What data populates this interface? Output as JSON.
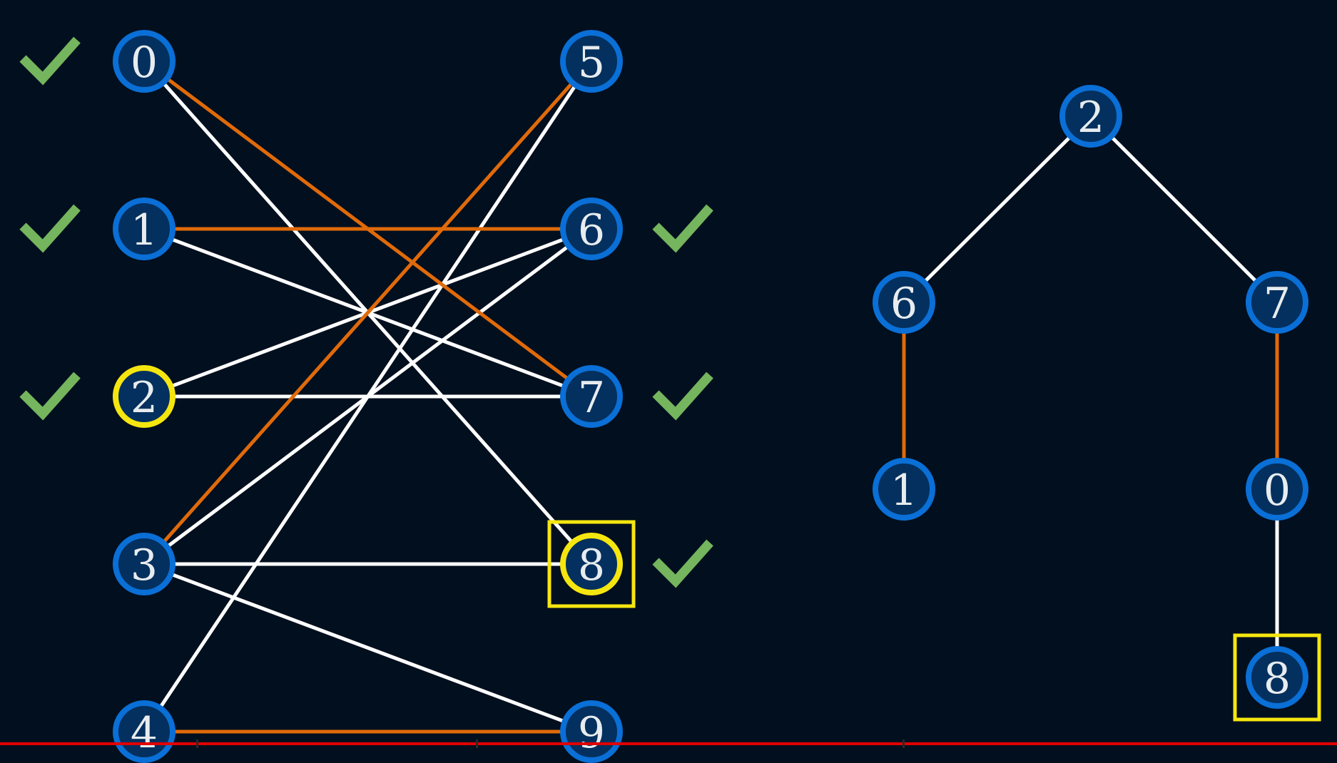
{
  "colors": {
    "background": "#020f1e",
    "node_fill": "#03305e",
    "node_stroke": "#0a6fd6",
    "node_text": "#e8ecef",
    "edge_plain": "#ffffff",
    "edge_matched": "#e06a0a",
    "highlight": "#f5e60f",
    "check": "#74b55e",
    "progress": "#e00000"
  },
  "bipartite_graph": {
    "left_nodes": [
      "0",
      "1",
      "2",
      "3",
      "4"
    ],
    "right_nodes": [
      "5",
      "6",
      "7",
      "8",
      "9"
    ],
    "edges": [
      {
        "from": "0",
        "to": "7",
        "matched": true
      },
      {
        "from": "0",
        "to": "8",
        "matched": false
      },
      {
        "from": "1",
        "to": "6",
        "matched": true
      },
      {
        "from": "1",
        "to": "7",
        "matched": false
      },
      {
        "from": "2",
        "to": "6",
        "matched": false
      },
      {
        "from": "2",
        "to": "7",
        "matched": false
      },
      {
        "from": "3",
        "to": "5",
        "matched": true
      },
      {
        "from": "3",
        "to": "6",
        "matched": false
      },
      {
        "from": "3",
        "to": "8",
        "matched": false
      },
      {
        "from": "3",
        "to": "9",
        "matched": false
      },
      {
        "from": "4",
        "to": "5",
        "matched": false
      },
      {
        "from": "4",
        "to": "9",
        "matched": true
      }
    ],
    "checked_nodes": [
      "0",
      "1",
      "2",
      "6",
      "7",
      "8"
    ],
    "circled_node": "2",
    "boxed_circled_node": "8"
  },
  "bfs_tree": {
    "nodes": [
      "2",
      "6",
      "7",
      "1",
      "0",
      "8"
    ],
    "edges": [
      {
        "from": "2",
        "to": "6",
        "matched": false
      },
      {
        "from": "2",
        "to": "7",
        "matched": false
      },
      {
        "from": "6",
        "to": "1",
        "matched": true
      },
      {
        "from": "7",
        "to": "0",
        "matched": true
      },
      {
        "from": "0",
        "to": "8",
        "matched": false
      }
    ],
    "boxed_node": "8"
  },
  "progress": {
    "fraction": 1.0,
    "chapter_markers": [
      0.147,
      0.356,
      0.675
    ]
  }
}
